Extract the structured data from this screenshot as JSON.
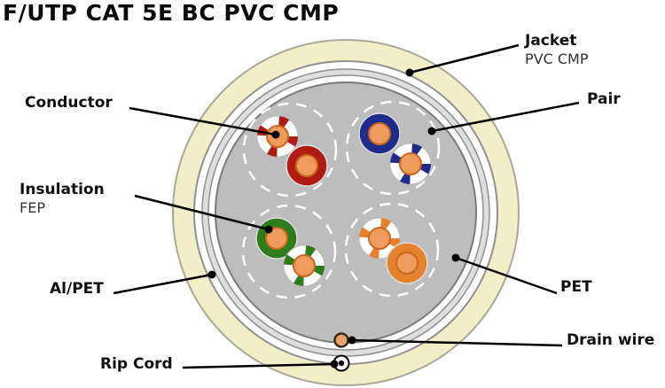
{
  "title": "F/UTP CAT 5E BC PVC CMP",
  "labels": {
    "jacket": {
      "name": "Jacket",
      "sub": "PVC CMP"
    },
    "pair": {
      "name": "Pair"
    },
    "conductor": {
      "name": "Conductor"
    },
    "insulation": {
      "name": "Insulation",
      "sub": "FEP"
    },
    "alpet": {
      "name": "Al/PET"
    },
    "pet": {
      "name": "PET"
    },
    "drain_wire": {
      "name": "Drain wire"
    },
    "rip_cord": {
      "name": "Rip Cord"
    }
  },
  "colors": {
    "jacket": "#F2EFC8",
    "layer": "#DEDEDE",
    "core": "#BDBDBD",
    "pair_red": "#B01B14",
    "pair_blue": "#202C8C",
    "pair_green": "#2E7D1C",
    "pair_orange": "#E6822E",
    "conductor": "#F09B5E",
    "drain": "#E9A267",
    "line": "#000000"
  }
}
